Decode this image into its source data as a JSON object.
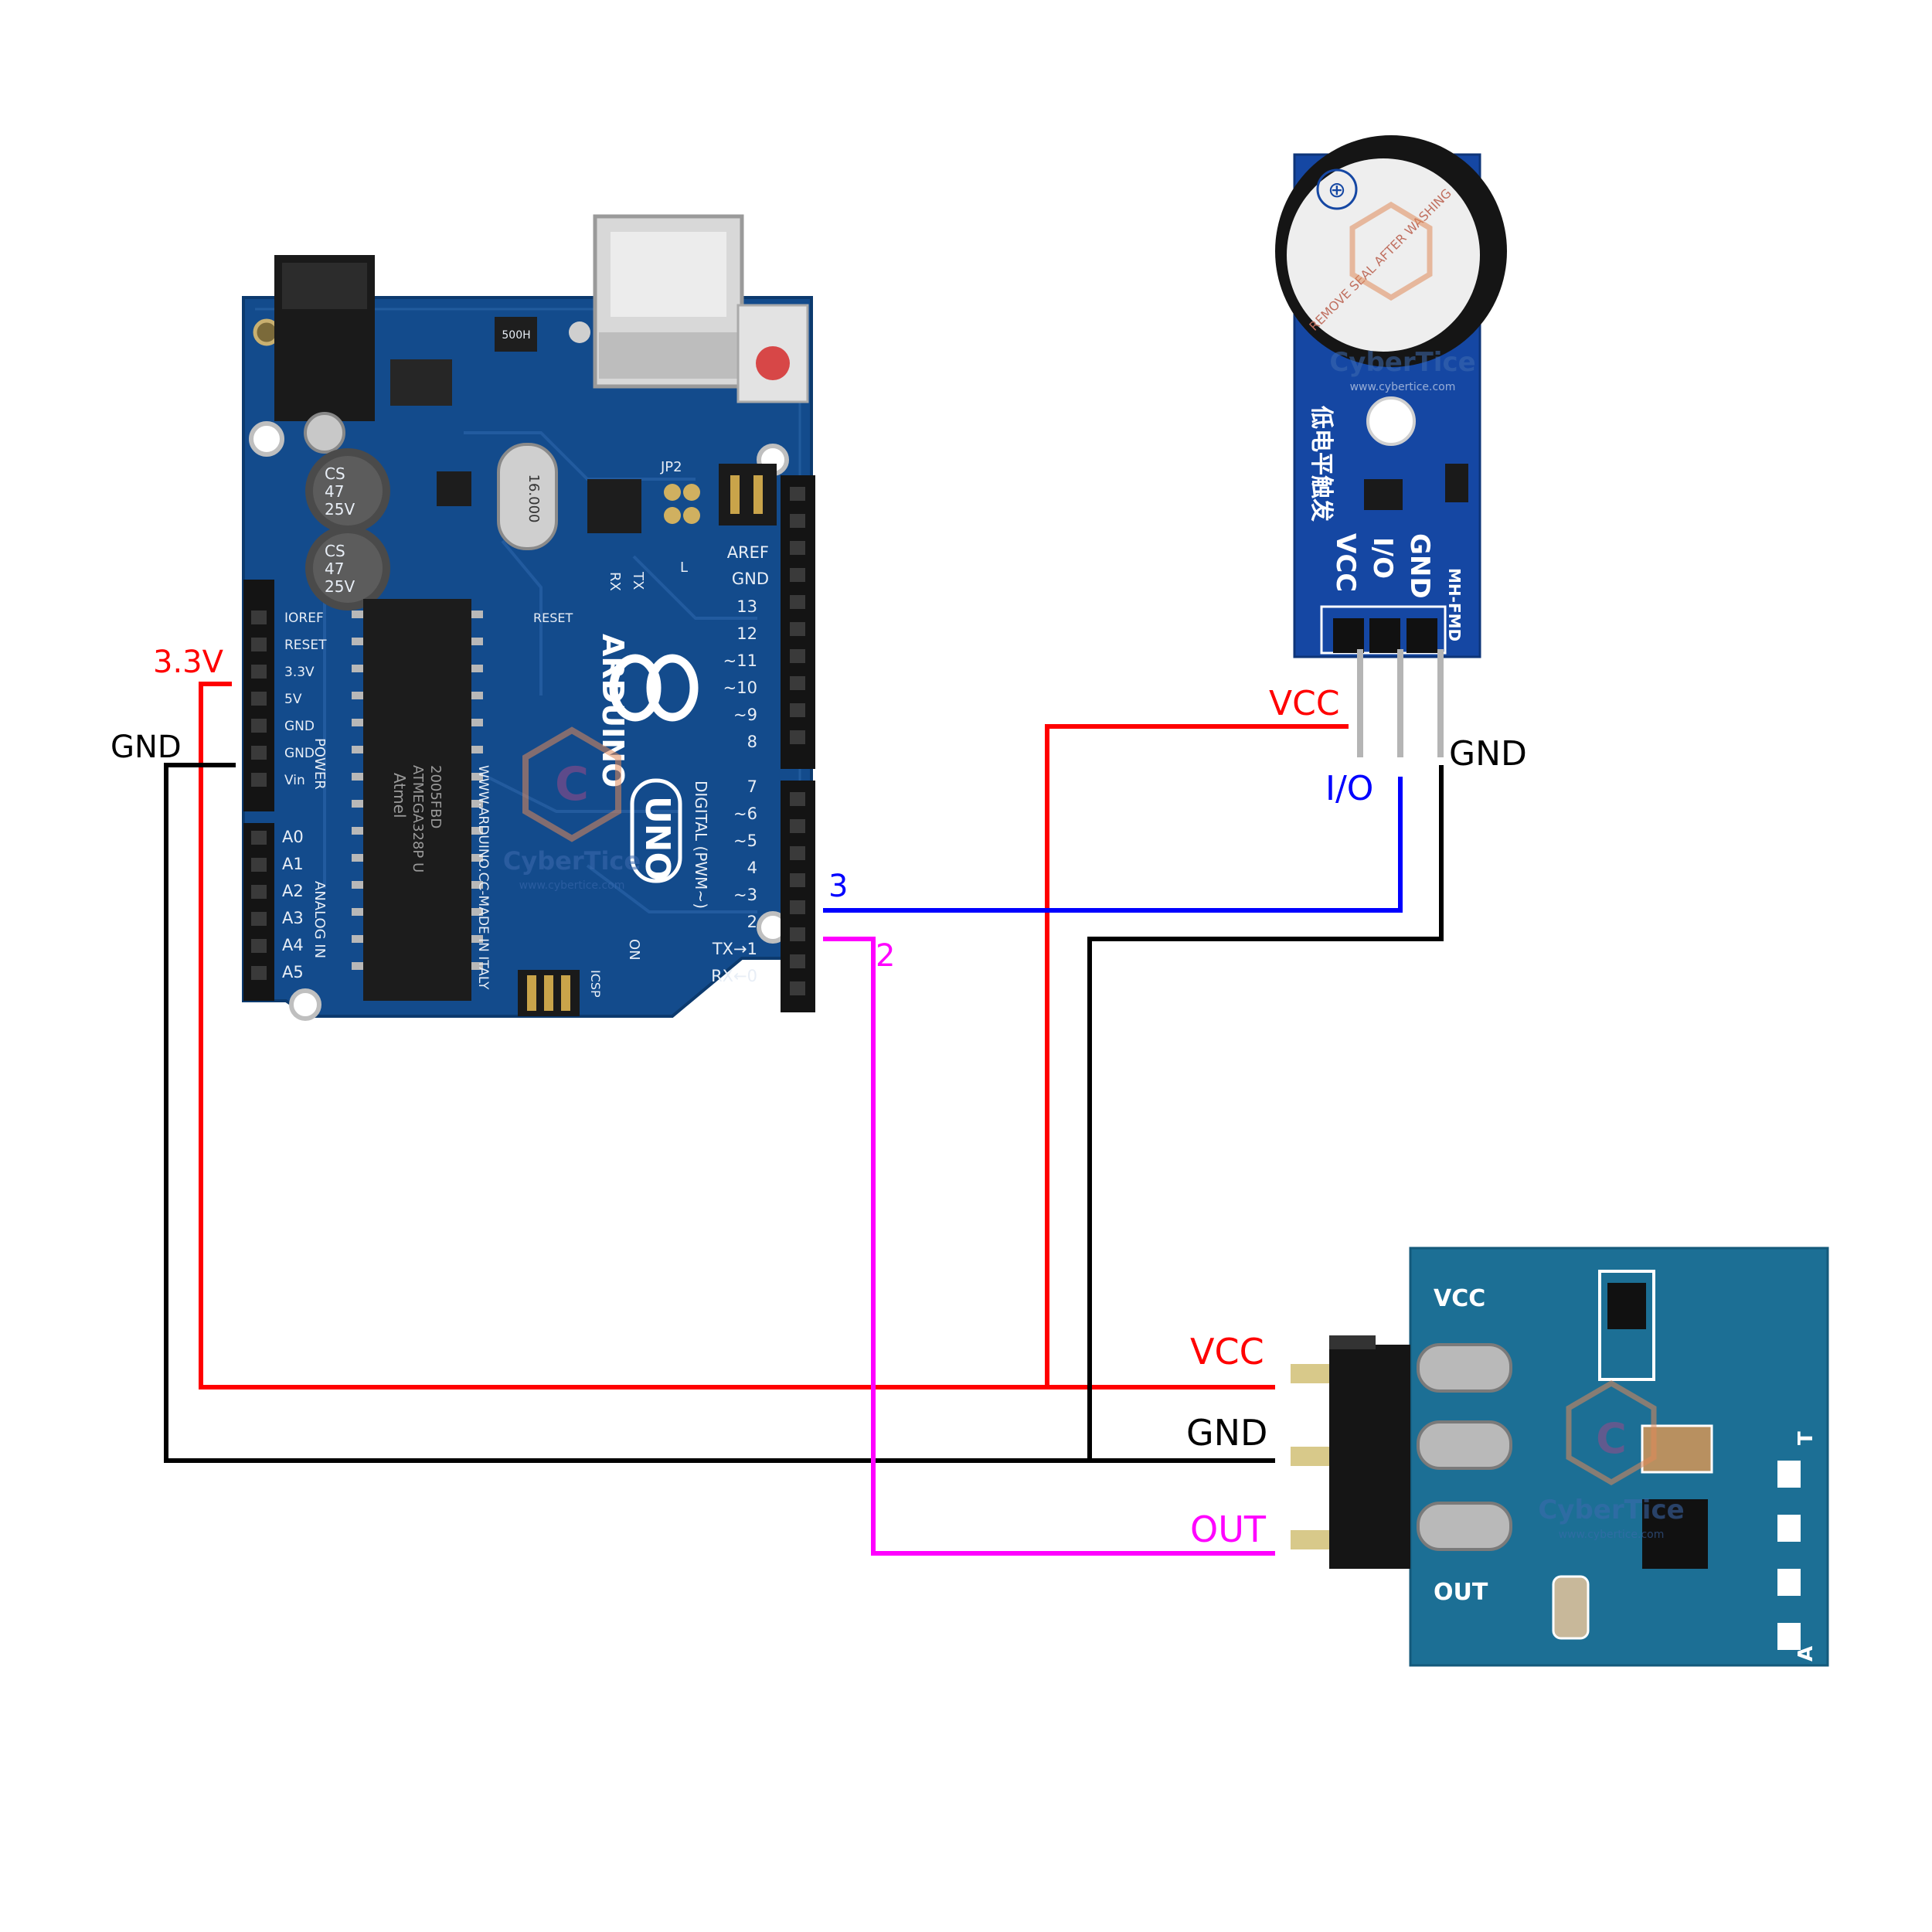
{
  "wire_labels": {
    "arduino_3v3": "3.3V",
    "arduino_gnd": "GND",
    "arduino_pin3": "3",
    "arduino_pin2": "2",
    "buzzer_vcc": "VCC",
    "buzzer_io": "I/O",
    "buzzer_gnd": "GND",
    "touch_vcc": "VCC",
    "touch_gnd": "GND",
    "touch_out": "OUT"
  },
  "wire_colors": {
    "power": "#ff0000",
    "ground": "#000000",
    "signal_pin3": "#0000ff",
    "signal_pin2": "#ff00ff"
  },
  "arduino": {
    "header_left": [
      "IOREF",
      "RESET",
      "3.3V",
      "5V",
      "GND",
      "GND",
      "Vin"
    ],
    "power_label": "POWER",
    "analog": [
      "A0",
      "A1",
      "A2",
      "A3",
      "A4",
      "A5"
    ],
    "analog_label": "ANALOG IN",
    "header_right": [
      "AREF",
      "GND",
      "13",
      "12",
      "~11",
      "~10",
      "~9",
      "8",
      "7",
      "~6",
      "~5",
      "4",
      "~3",
      "2",
      "TX→1",
      "RX←0"
    ],
    "digital_label": "DIGITAL (PWM~)",
    "brand": "ARDUINO",
    "model": "UNO",
    "url": "WWW.ARDUINO.CC-MADE IN ITALY",
    "cap1": [
      "CS",
      "47",
      "25V"
    ],
    "cap2": [
      "CS",
      "47",
      "25V"
    ],
    "crystal": "16.000",
    "chip_brand": "Atmel",
    "chip_lines": [
      "ATMEGA328P U",
      "2005FBD"
    ],
    "jp2": "JP2",
    "icsp": "ICSP",
    "on": "ON",
    "reset_label": "RESET",
    "rx": "RX",
    "tx": "TX",
    "l": "L",
    "fuse": "500H"
  },
  "buzzer": {
    "pins": [
      "GND",
      "I/O",
      "VCC"
    ],
    "title_cn": "低电平触发",
    "model": "MH-FMD",
    "seal_text": "REMOVE SEAL AFTER WASHING",
    "plus": "⊕"
  },
  "touch": {
    "vcc": "VCC",
    "out": "OUT",
    "pads": [
      "T",
      "A"
    ]
  },
  "watermark": {
    "name": "CyberTice",
    "url": "www.cybertice.com"
  }
}
